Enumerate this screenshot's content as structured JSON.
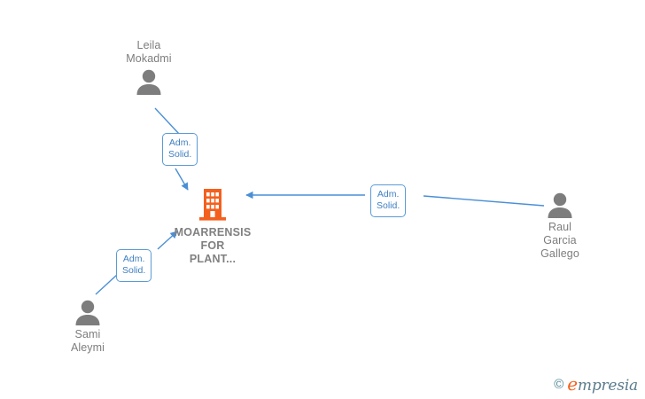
{
  "graph": {
    "title": "Company relationship graph",
    "background": "#ffffff",
    "edge_color": "#5b9bd5",
    "company_color": "#f4601e",
    "person_color": "#7d7d7d",
    "label_text_color": "#3f7fc1"
  },
  "company": {
    "name": "MOARRENSIS\nFOR\nPLANT...",
    "icon": "building-icon"
  },
  "people": [
    {
      "id": "leila",
      "name": "Leila\nMokadmi",
      "icon": "person-icon",
      "relation": "Adm.\nSolid."
    },
    {
      "id": "raul",
      "name": "Raul\nGarcia\nGallego",
      "icon": "person-icon",
      "relation": "Adm.\nSolid."
    },
    {
      "id": "sami",
      "name": "Sami\nAleymi",
      "icon": "person-icon",
      "relation": "Adm.\nSolid."
    }
  ],
  "watermark": {
    "copyright": "©",
    "brand_lead": "e",
    "brand_rest": "mpresia"
  }
}
